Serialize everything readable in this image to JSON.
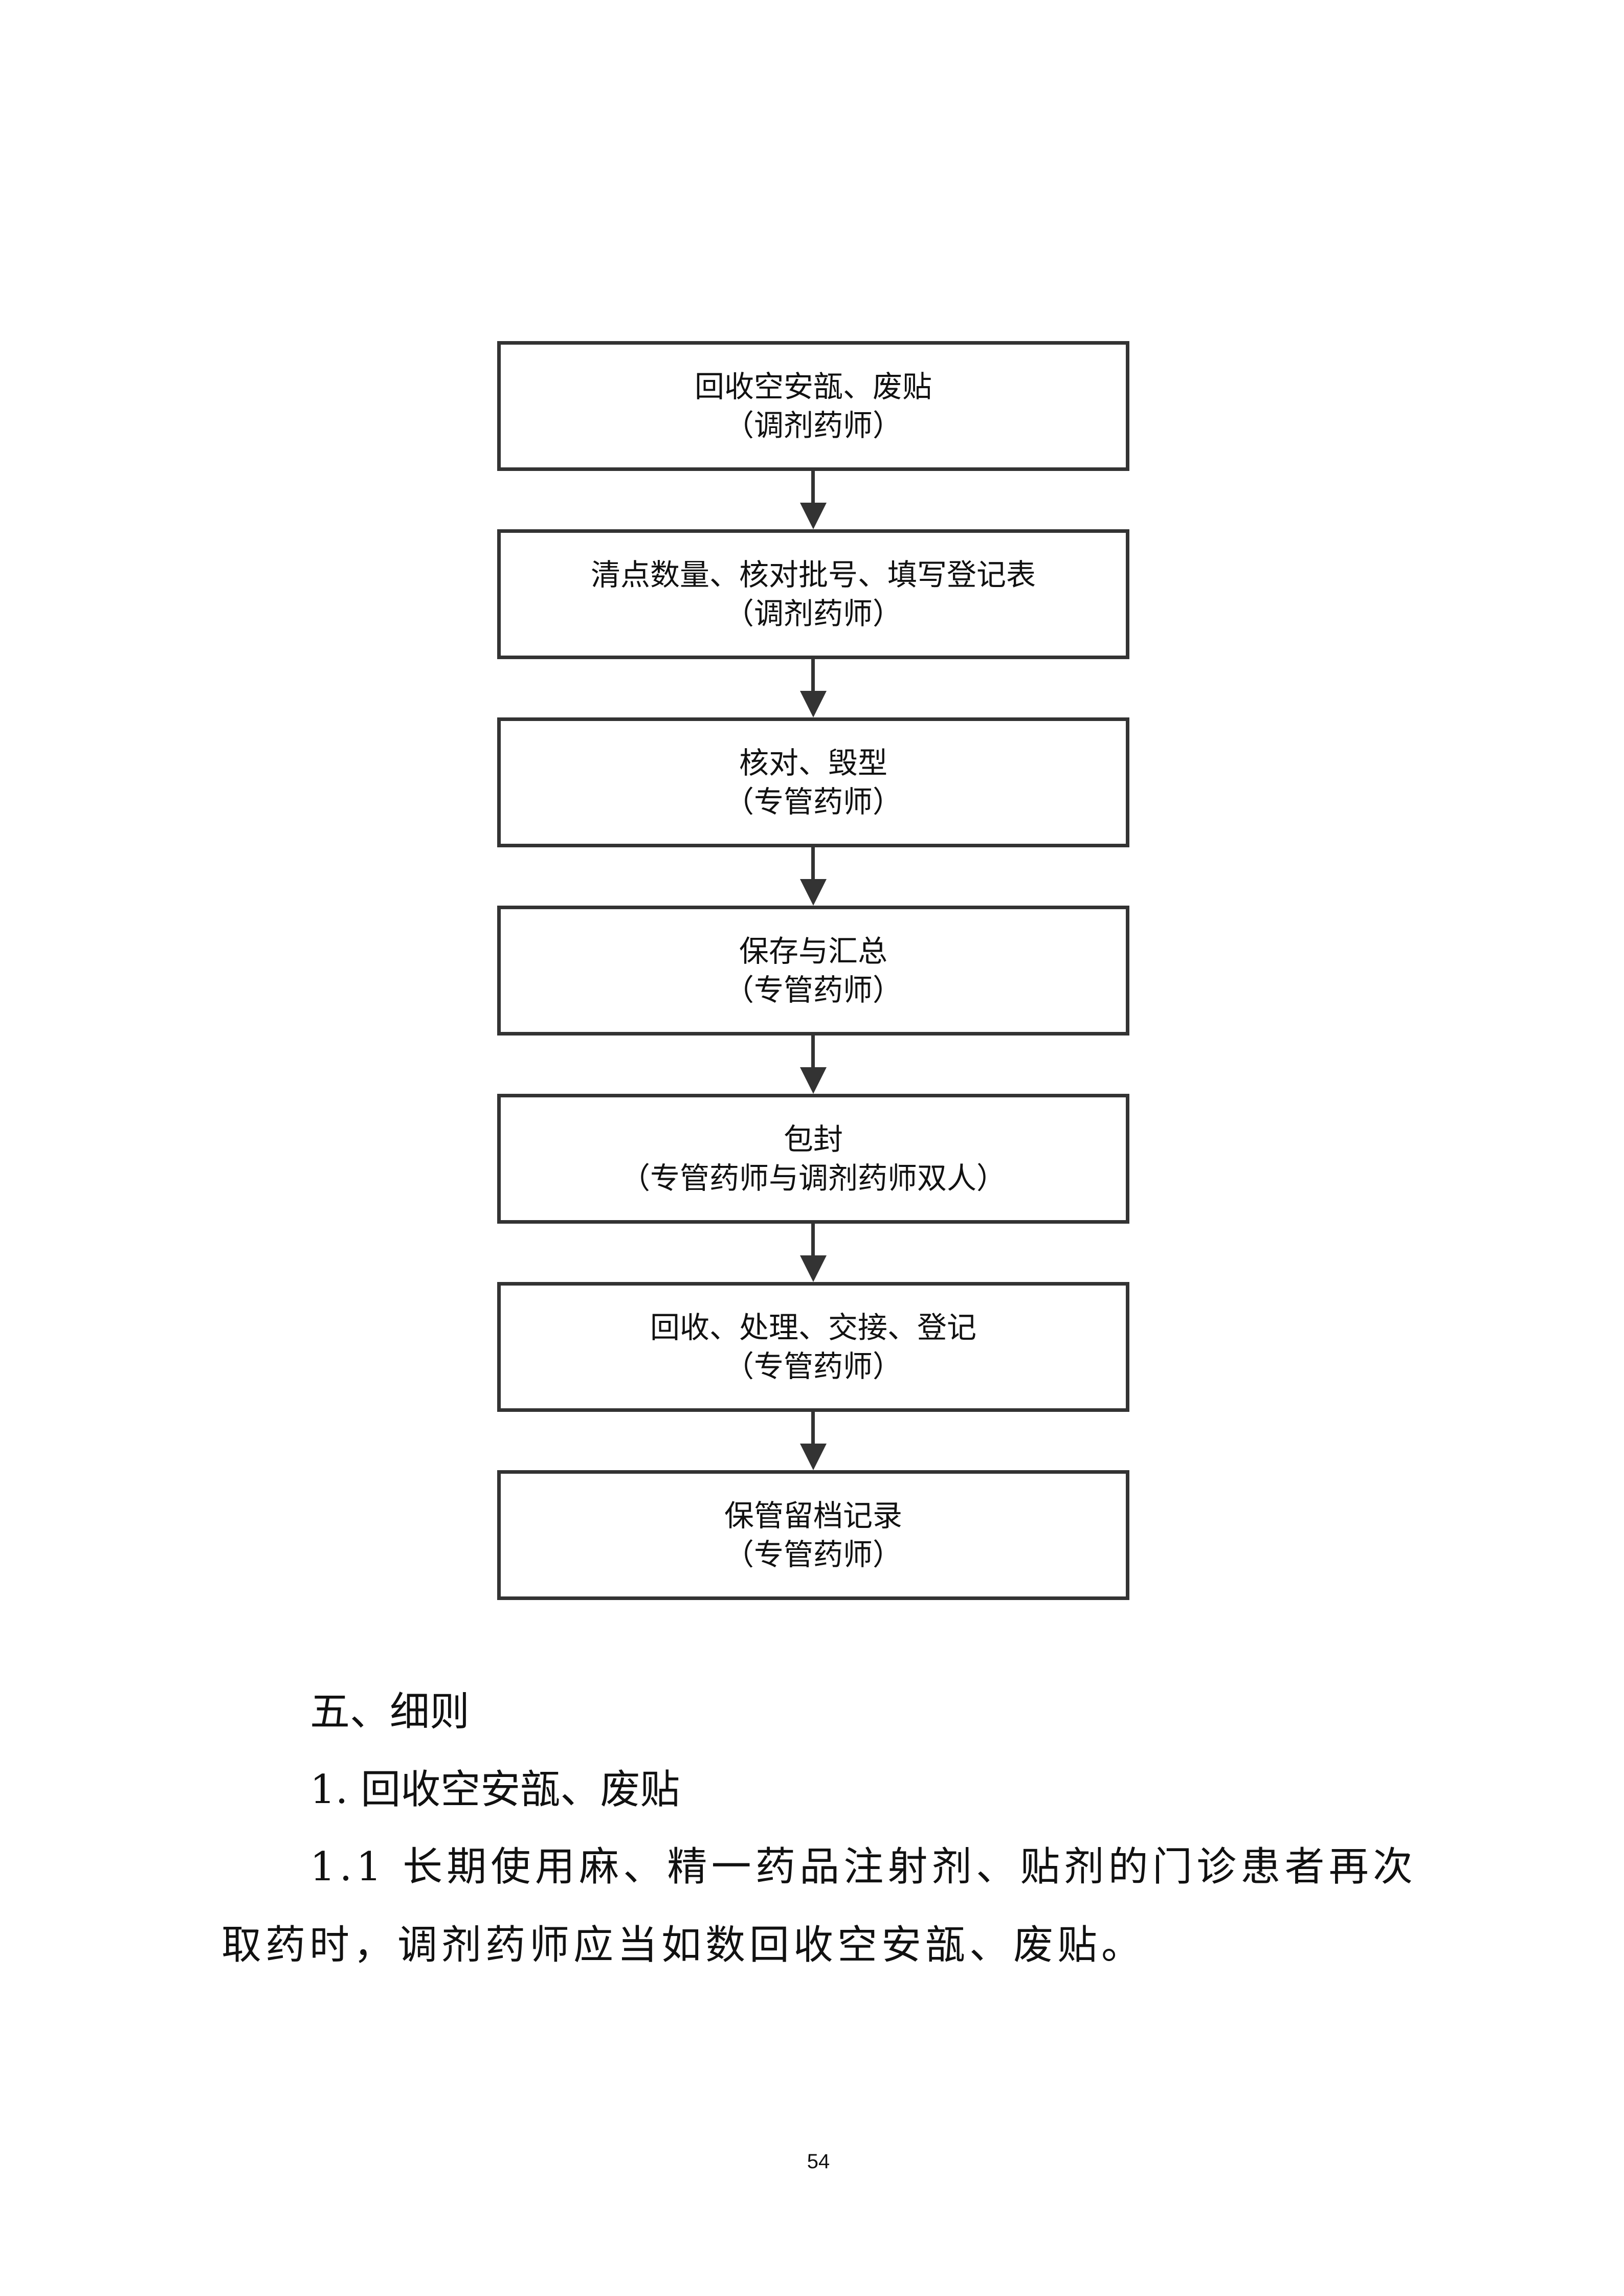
{
  "flowchart": {
    "steps": [
      {
        "title": "回收空安瓿、废贴",
        "role": "（调剂药师）"
      },
      {
        "title": "清点数量、核对批号、填写登记表",
        "role": "（调剂药师）"
      },
      {
        "title": "核对、毁型",
        "role": "（专管药师）"
      },
      {
        "title": "保存与汇总",
        "role": "（专管药师）"
      },
      {
        "title": "包封",
        "role": "（专管药师与调剂药师双人）"
      },
      {
        "title": "回收、处理、交接、登记",
        "role": "（专管药师）"
      },
      {
        "title": "保管留档记录",
        "role": "（专管药师）"
      }
    ]
  },
  "body": {
    "section_heading": "五、细则",
    "subheading": "1. 回收空安瓿、废贴",
    "paragraph": "1.1 长期使用麻、精一药品注射剂、贴剂的门诊患者再次取药时，调剂药师应当如数回收空安瓿、废贴。"
  },
  "page_number": "54"
}
